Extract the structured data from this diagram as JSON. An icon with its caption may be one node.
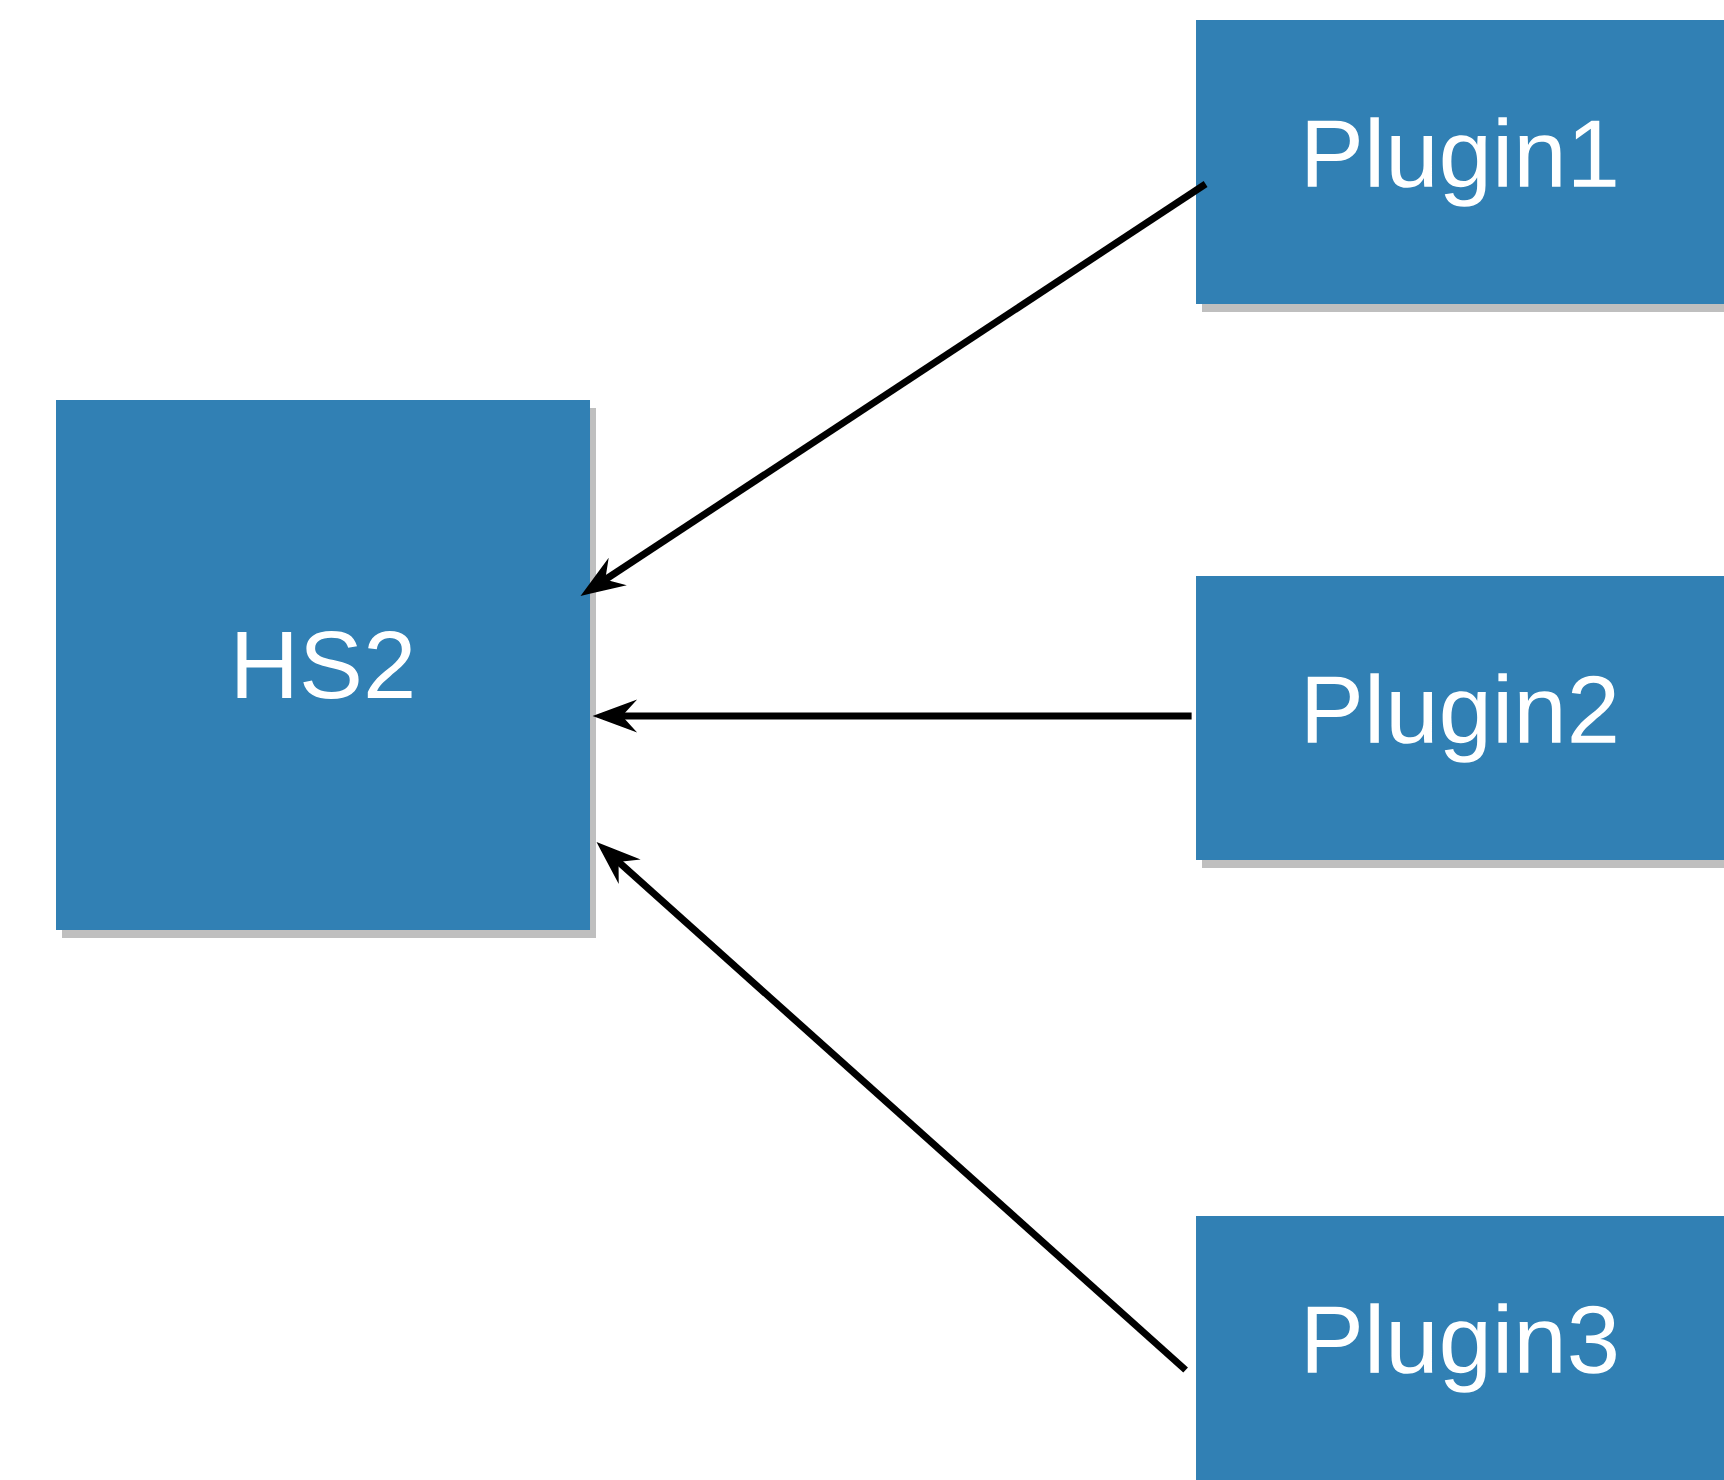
{
  "diagram": {
    "nodes": [
      {
        "text": [
          "HS2"
        ]
      },
      {
        "text": [
          "Plugin1"
        ]
      },
      {
        "text": [
          "Plugin2"
        ]
      },
      {
        "text": [
          "Plugin3"
        ]
      }
    ],
    "edges": [
      {
        "from": 1,
        "to": 0,
        "arrow": "to"
      },
      {
        "from": 2,
        "to": 0,
        "arrow": "to"
      },
      {
        "from": 3,
        "to": 0,
        "arrow": "to"
      }
    ]
  }
}
